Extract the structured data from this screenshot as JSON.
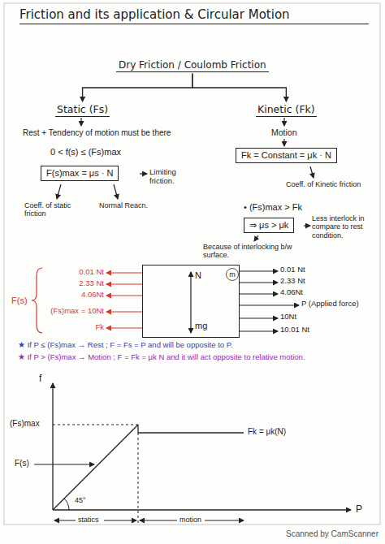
{
  "diagram": {
    "title": "Friction and its application & Circular Motion",
    "nodes": [
      {
        "text": [
          "Dry Friction / Coulomb Friction"
        ]
      },
      {
        "text": [
          "Static (Fs)"
        ]
      },
      {
        "text": [
          "Kinetic (Fk)"
        ]
      },
      {
        "text": [
          "F(s)max = μs · N"
        ]
      },
      {
        "text": [
          "Fk = Constant = μk · N"
        ]
      },
      {
        "text": [
          "⇒ μs > μk"
        ]
      },
      {
        "text": [
          "m",
          "N",
          "mg"
        ]
      }
    ],
    "edges": [
      {
        "from": 0,
        "to": 1,
        "arrow": "to"
      },
      {
        "from": 0,
        "to": 2,
        "arrow": "to"
      }
    ],
    "labels": [
      "Rest + Tendency of motion must be there",
      "0 < f(s) ≤ (Fs)max",
      "Limiting friction.",
      "Coeff. of static friction",
      "Normal Reacn.",
      "Motion",
      "Coeff. of Kinetic friction",
      "• (Fs)max > Fk",
      "Because of interlocking b/w surface.",
      "Less interlock in compare to rest condition.",
      "F(s)",
      "0.01 Nt",
      "2.33 Nt",
      "4.06Nt",
      "(Fs)max = 10Nt",
      "Fk",
      "0.01 Nt",
      "2.33 Nt",
      "4.06Nt",
      "P (Applied force)",
      "10Nt",
      "10.01 Nt",
      "★ If P ≤ (Fs)max → Rest ; F = Fs = P and will be opposite to P.",
      "★ If P > (Fs)max → Motion ; F = Fk = μk N and it will act opposite to relative motion.",
      "f",
      "(Fs)max",
      "F(s)",
      "45°",
      "Fk = μk(N)",
      "statics",
      "motion",
      "P",
      "Scanned by CamScanner"
    ]
  }
}
